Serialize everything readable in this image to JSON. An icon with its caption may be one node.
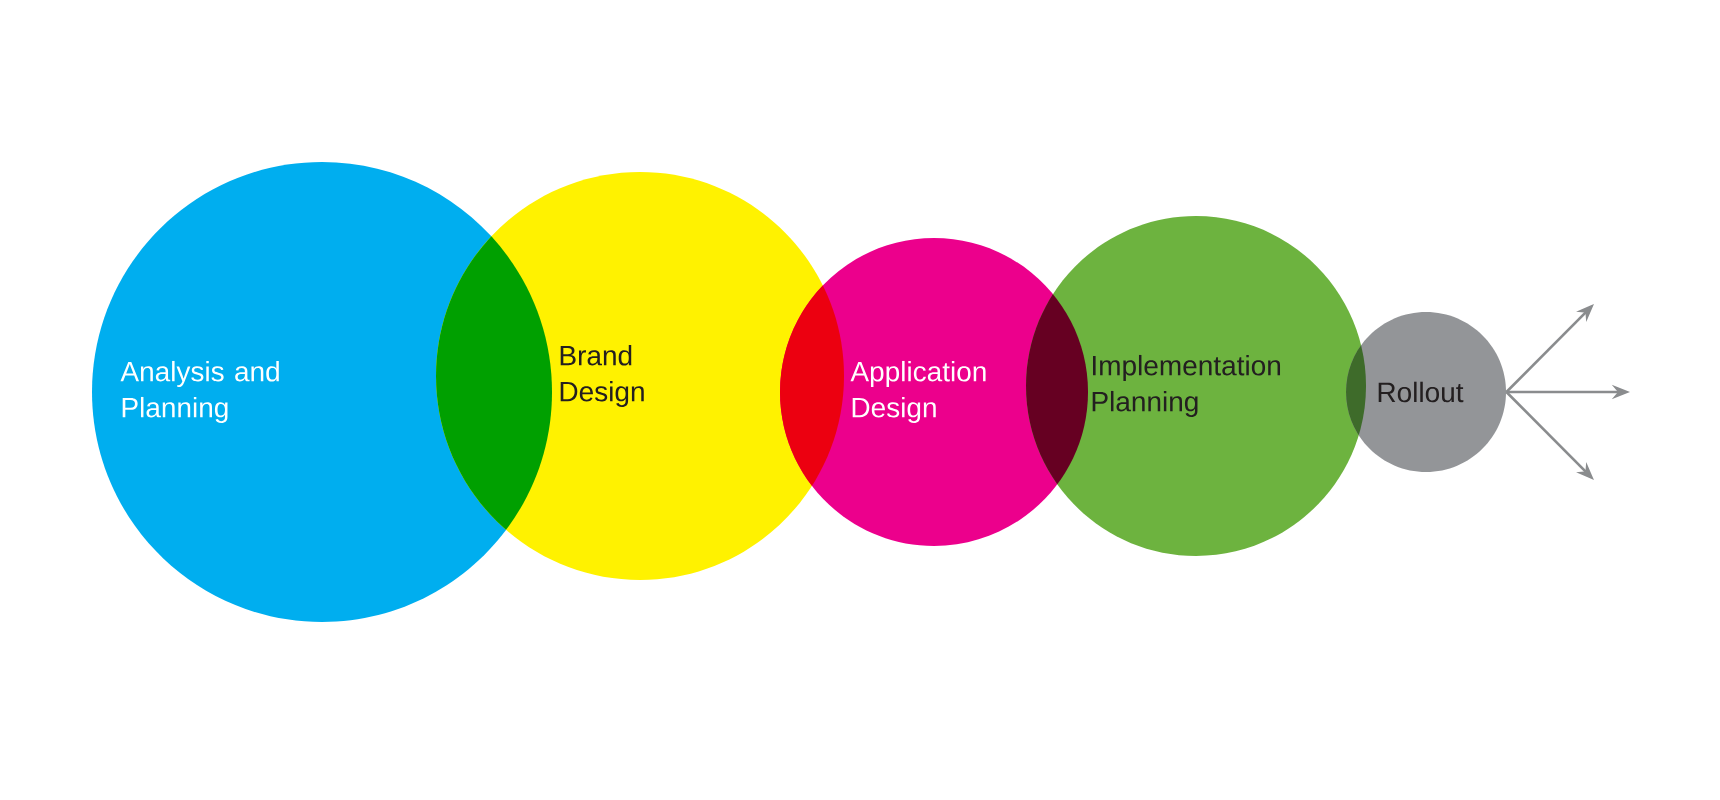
{
  "diagram": {
    "nodes": [
      {
        "text": [
          "Analysis and Planning"
        ]
      },
      {
        "text": [
          "Brand Design"
        ]
      },
      {
        "text": [
          "Application Design"
        ]
      },
      {
        "text": [
          "Implementation Planning"
        ]
      },
      {
        "text": [
          "Rollout"
        ]
      }
    ],
    "edges": [
      {
        "from": 4,
        "to": null,
        "arrow": "to"
      },
      {
        "from": 4,
        "to": null,
        "arrow": "to"
      },
      {
        "from": 4,
        "to": null,
        "arrow": "to"
      }
    ]
  }
}
